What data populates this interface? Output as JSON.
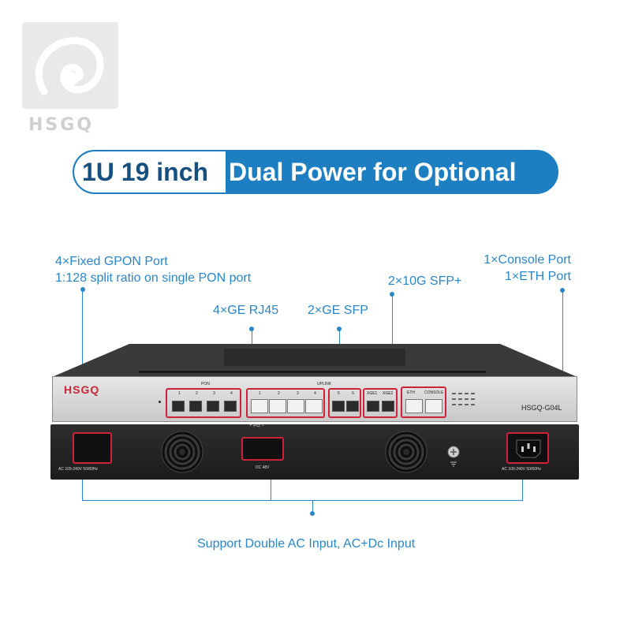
{
  "logo": {
    "text": "HSGQ",
    "icon": "hsgq-swirl-logo"
  },
  "banner": {
    "left_text": "1U 19 inch",
    "right_text": "Dual Power for Optional"
  },
  "callouts": {
    "gpon_line1": "4×Fixed GPON Port",
    "gpon_line2": "1:128 split ratio on single PON port",
    "ge_rj45": "4×GE RJ45",
    "ge_sfp": "2×GE SFP",
    "sfp_plus": "2×10G SFP+",
    "console": "1×Console Port",
    "eth": "1×ETH Port",
    "power": "Support Double AC Input, AC+Dc Input"
  },
  "device": {
    "brand": "HSGQ",
    "model": "HSGQ-G04L",
    "group_pon": "PON",
    "group_uplink": "UPLINK",
    "pon_ports": [
      "1",
      "2",
      "3",
      "4"
    ],
    "ge_ports": [
      "1",
      "2",
      "3",
      "4"
    ],
    "sfp_ports": [
      "5",
      "6"
    ],
    "xge_ports": [
      "XGE1",
      "XGE2"
    ],
    "eth_label": "ETH",
    "console_label": "CONSOLE",
    "rear_ac_left": "AC 100-240V 50/60Hz",
    "rear_dc": "DC 48V",
    "rear_dc_top": "+ PG −",
    "rear_ac_right": "AC 100-240V 50/60Hz"
  },
  "colors": {
    "accent": "#1d7fc1",
    "label": "#2a86c7",
    "highlight": "#d0213b",
    "brand": "#c8283a"
  }
}
